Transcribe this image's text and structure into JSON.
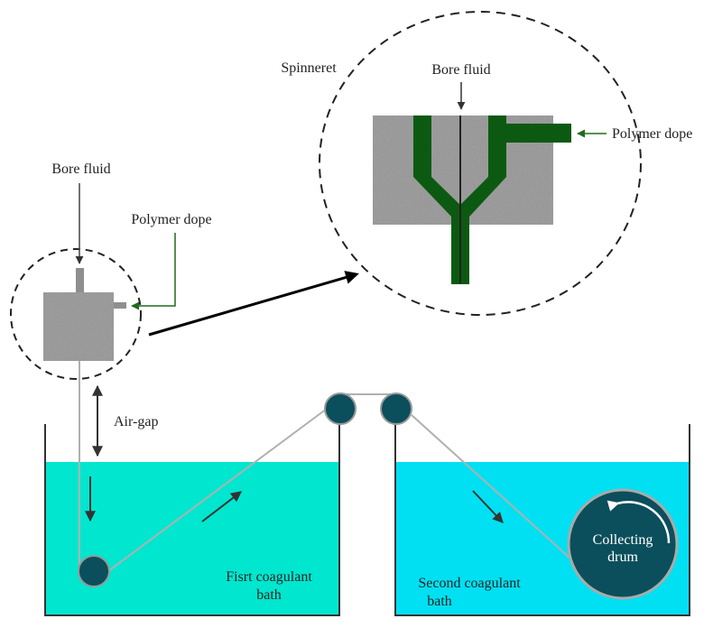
{
  "labels": {
    "bore_fluid_small": "Bore fluid",
    "polymer_dope_small": "Polymer dope",
    "spinneret": "Spinneret",
    "bore_fluid_zoom": "Bore fluid",
    "polymer_dope_zoom": "Polymer dope",
    "air_gap": "Air-gap",
    "first_bath_line1": "Fisrt coagulant",
    "first_bath_line2": "bath",
    "second_bath_line1": "Second coagulant",
    "second_bath_line2": "bath",
    "drum_line1": "Collecting",
    "drum_line2": "drum"
  },
  "colors": {
    "spinneret_gray": "#8f8f8f",
    "dope_green": "#0c5a12",
    "bath1_water": "#00e6cf",
    "bath2_water": "#00e0f2",
    "roller": "#0b4f5c",
    "fiber_line": "#b0b0b0",
    "tank_wall": "#333333"
  }
}
